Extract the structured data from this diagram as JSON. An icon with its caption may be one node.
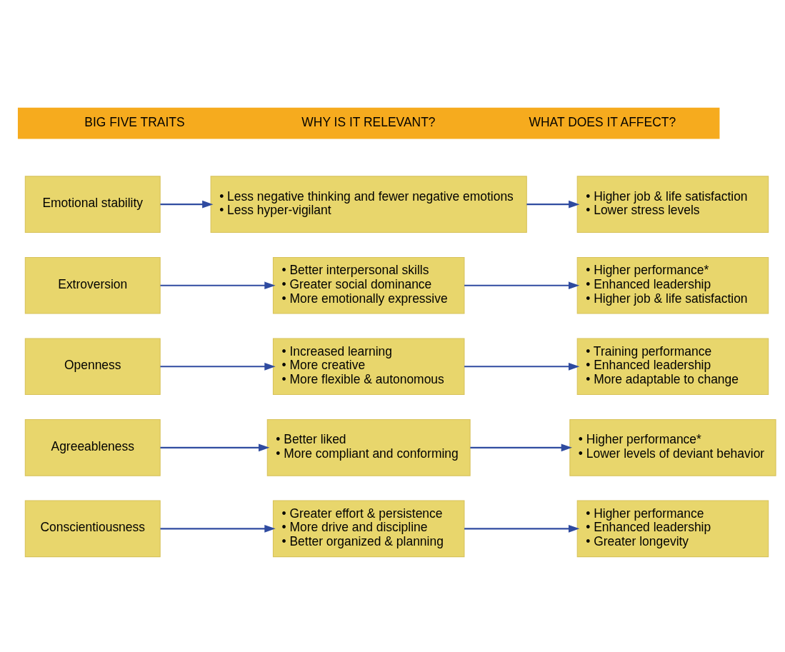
{
  "diagram": {
    "nodes": [
      {
        "text": [
          "BIG FIVE TRAITS",
          "WHY IS IT RELEVANT?",
          "WHAT DOES IT AFFECT?"
        ]
      },
      {
        "text": [
          "Emotional stability"
        ]
      },
      {
        "text": [
          "• Less negative thinking and fewer negative emotions",
          "• Less hyper-vigilant"
        ]
      },
      {
        "text": [
          "• Higher job & life satisfaction",
          "• Lower stress levels"
        ]
      },
      {
        "text": [
          "Extroversion"
        ]
      },
      {
        "text": [
          "• Better interpersonal skills",
          "• Greater social dominance",
          "• More emotionally expressive"
        ]
      },
      {
        "text": [
          "• Higher performance*",
          "• Enhanced leadership",
          "• Higher job & life satisfaction"
        ]
      },
      {
        "text": [
          "Openness"
        ]
      },
      {
        "text": [
          "• Increased learning",
          "• More creative",
          "• More flexible & autonomous"
        ]
      },
      {
        "text": [
          "• Training performance",
          "• Enhanced leadership",
          "• More adaptable to change"
        ]
      },
      {
        "text": [
          "Agreeableness"
        ]
      },
      {
        "text": [
          "• Better liked",
          "• More compliant and conforming"
        ]
      },
      {
        "text": [
          "• Higher performance*",
          "• Lower levels of deviant behavior"
        ]
      },
      {
        "text": [
          "Conscientiousness"
        ]
      },
      {
        "text": [
          "• Greater effort & persistence",
          "• More drive and discipline",
          "• Better organized & planning"
        ]
      },
      {
        "text": [
          "• Higher performance",
          "• Enhanced leadership",
          "• Greater longevity"
        ]
      }
    ],
    "edges": [
      {
        "from": 1,
        "to": 2,
        "arrow": "to"
      },
      {
        "from": 2,
        "to": 3,
        "arrow": "to"
      },
      {
        "from": 4,
        "to": 5,
        "arrow": "to"
      },
      {
        "from": 5,
        "to": 6,
        "arrow": "to"
      },
      {
        "from": 7,
        "to": 8,
        "arrow": "to"
      },
      {
        "from": 8,
        "to": 9,
        "arrow": "to"
      },
      {
        "from": 10,
        "to": 11,
        "arrow": "to"
      },
      {
        "from": 11,
        "to": 12,
        "arrow": "to"
      },
      {
        "from": 13,
        "to": 14,
        "arrow": "to"
      },
      {
        "from": 14,
        "to": 15,
        "arrow": "to"
      }
    ]
  }
}
